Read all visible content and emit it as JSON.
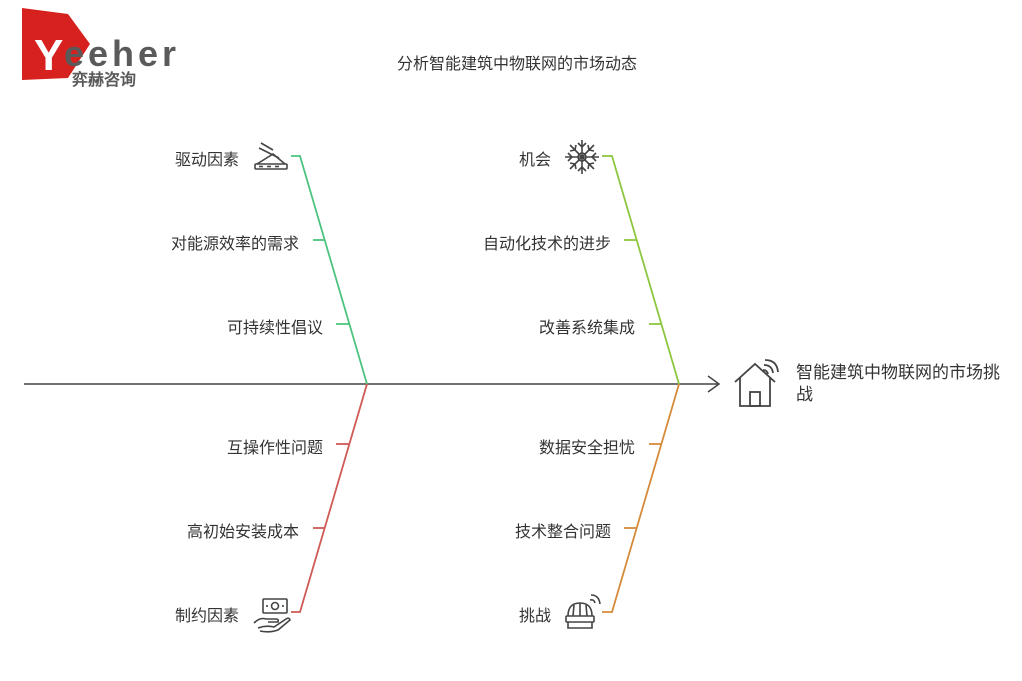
{
  "logo": {
    "brand_text": "Yeeher",
    "cn_text": "弈赫咨询"
  },
  "title": "分析智能建筑中物联网的市场动态",
  "effect": "智能建筑中物联网的市场挑战",
  "categories": {
    "drivers": {
      "label": "驱动因素",
      "icon": "construction-icon",
      "color": "#4cc47f",
      "causes": [
        "对能源效率的需求",
        "可持续性倡议"
      ]
    },
    "opportunities": {
      "label": "机会",
      "icon": "snowflake-icon",
      "color": "#8dc63f",
      "causes": [
        "自动化技术的进步",
        "改善系统集成"
      ]
    },
    "constraints": {
      "label": "制约因素",
      "icon": "money-hand-icon",
      "color": "#d05a56",
      "causes": [
        "互操作性问题",
        "高初始安装成本"
      ]
    },
    "challenges": {
      "label": "挑战",
      "icon": "smart-hat-icon",
      "color": "#d68a3a",
      "causes": [
        "数据安全担忧",
        "技术整合问题"
      ]
    }
  },
  "colors": {
    "spine": "#444444",
    "logo_red": "#d7211f",
    "logo_gray": "#5a5a5a"
  }
}
